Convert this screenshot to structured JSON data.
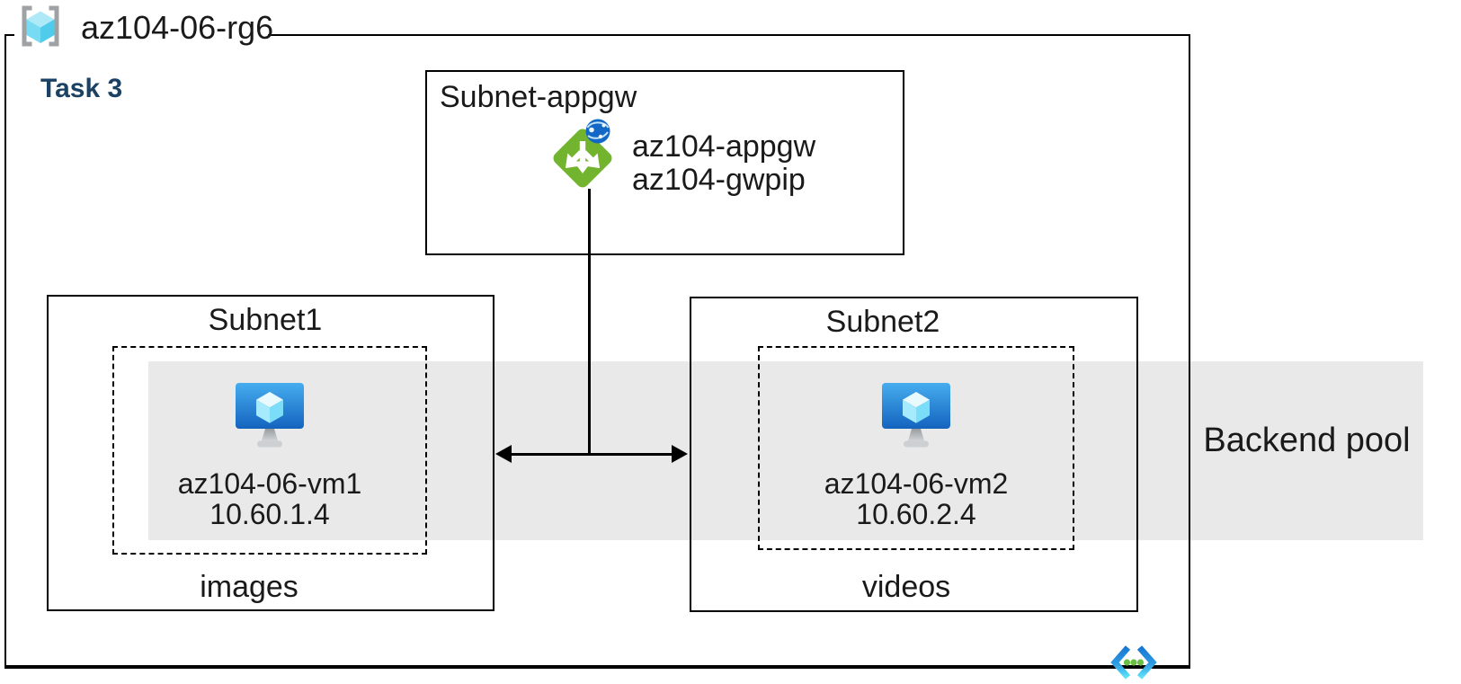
{
  "resource_group": {
    "name": "az104-06-rg6"
  },
  "task": {
    "label": "Task 3",
    "color": "#1B4264"
  },
  "appgw_subnet": {
    "label": "Subnet-appgw",
    "gateway_name": "az104-appgw",
    "public_ip_name": "az104-gwpip"
  },
  "subnet1": {
    "label": "Subnet1",
    "vm_name": "az104-06-vm1",
    "vm_ip": "10.60.1.4",
    "storage_label": "images"
  },
  "subnet2": {
    "label": "Subnet2",
    "vm_name": "az104-06-vm2",
    "vm_ip": "10.60.2.4",
    "storage_label": "videos"
  },
  "backend_pool": {
    "label": "Backend pool",
    "band_color": "#E9E9E9"
  },
  "icons": {
    "resource_group": "resource-group-icon",
    "application_gateway": "application-gateway-icon",
    "virtual_machine": "virtual-machine-icon",
    "virtual_network": "virtual-network-icon"
  },
  "colors": {
    "appgw_green": "#72B42D",
    "globe_blue": "#1468C5",
    "vm_screen_top": "#47ADEF",
    "vm_screen_bottom": "#1463BE",
    "vnet_gradient_top": "#1778D2",
    "vnet_gradient_bottom": "#5FE3FA",
    "vnet_dots_green": "#68BF42",
    "band_gray": "#E9E9E9",
    "line_black": "#000000"
  }
}
